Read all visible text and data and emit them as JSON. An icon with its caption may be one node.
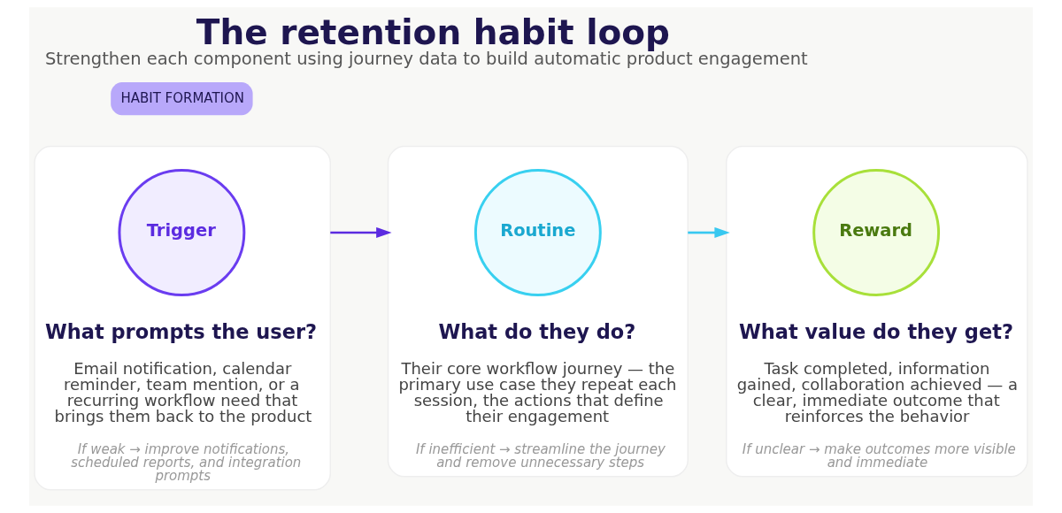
{
  "diagram": {
    "title": "The retention habit loop",
    "caption": "Strengthen each component using journey data to build automatic product engagement",
    "nodes": [
      {
        "text": [
          "What prompts the user?",
          "Email notification, calendar reminder, team mention, or a recurring workflow need that brings them back to the product",
          "If weak → improve notifications, scheduled reports, and integration prompts"
        ]
      },
      {
        "text": [
          "Trigger"
        ],
        "in": 0
      },
      {
        "text": [
          "What do they do?",
          "Their core workflow journey — the primary use case they repeat each session, the actions that define their engagement",
          "If inefficient → streamline the journey and remove unnecessary steps"
        ]
      },
      {
        "text": [
          "Routine"
        ],
        "in": 2
      },
      {
        "text": [
          "What value do they get?",
          "Task completed, information gained, collaboration achieved — a clear, immediate outcome that reinforces the behavior",
          "If unclear → make outcomes more visible and immediate"
        ]
      },
      {
        "text": [
          "Reward"
        ],
        "in": 4
      }
    ],
    "edges": [
      {
        "from": 0,
        "to": 2,
        "arrow": "to",
        "color": "#5b2be0"
      },
      {
        "from": 2,
        "to": 4,
        "arrow": "to",
        "color": "#38c8f0"
      }
    ],
    "labels": [
      "HABIT FORMATION"
    ]
  }
}
